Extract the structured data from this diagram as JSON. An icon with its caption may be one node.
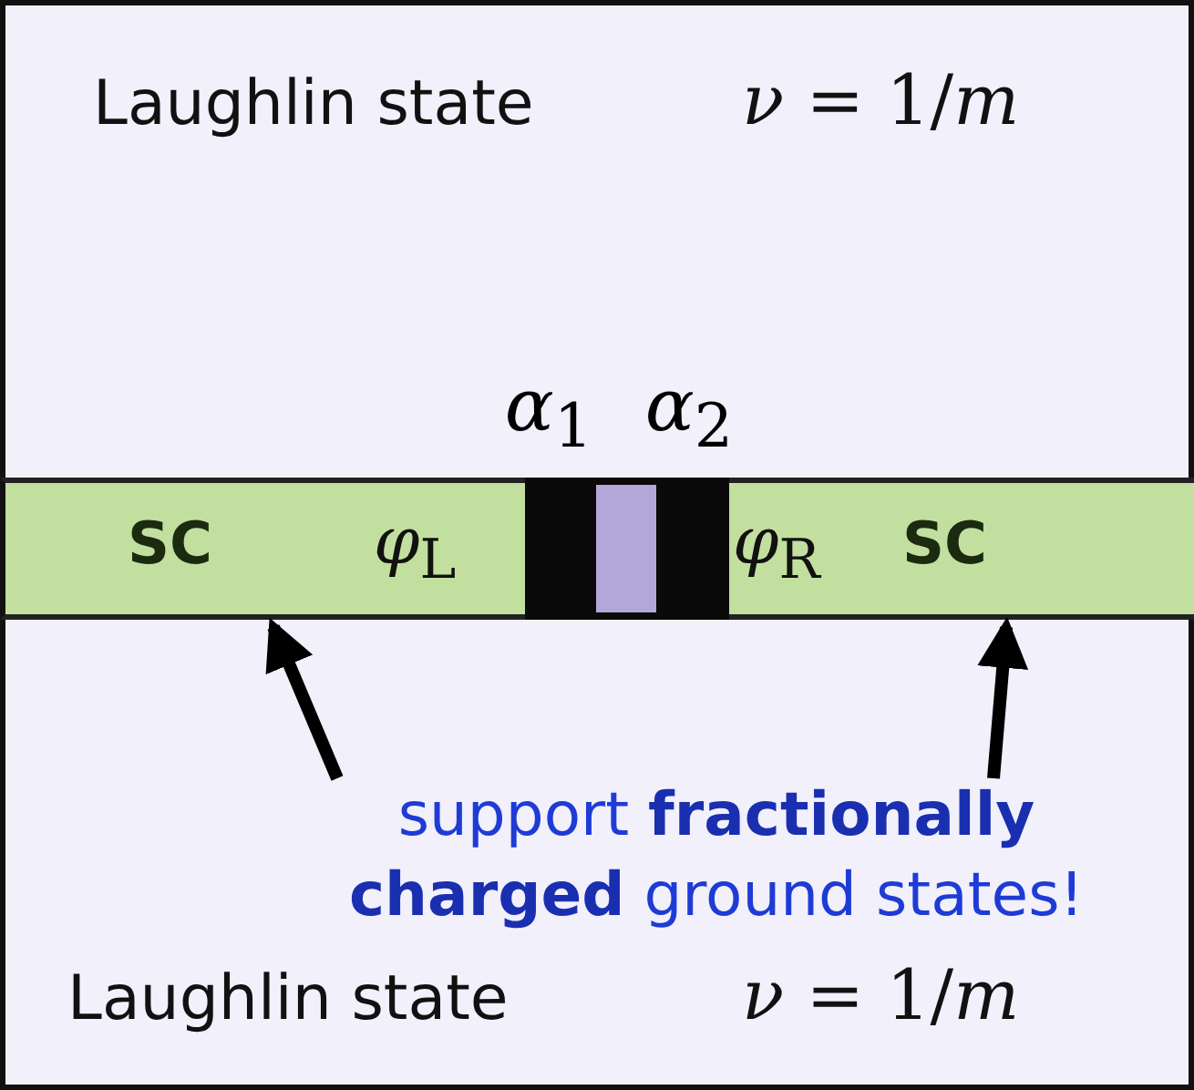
{
  "diagram": {
    "nodes": [
      {
        "text": [
          "Laughlin state",
          "*ν* = 1/*m*"
        ]
      },
      {
        "text": [
          "SC",
          "*φ*$_{L}$"
        ]
      },
      {
        "text": [],
        "shape": "bar",
        "beside": [
          "*α*$_{1}$"
        ]
      },
      {
        "text": [],
        "shape": "box"
      },
      {
        "text": [],
        "shape": "bar",
        "beside": [
          "*α*$_{2}$"
        ]
      },
      {
        "text": [
          "*φ*$_{R}$",
          "SC"
        ]
      },
      {
        "text": [
          "Laughlin state",
          "*ν* = 1/*m*"
        ]
      },
      {
        "text": [
          "support **fractionally charged** ground states!"
        ],
        "in": 6
      }
    ],
    "edges": [
      {
        "from": 7,
        "to": 1,
        "arrow": "to"
      },
      {
        "from": 7,
        "to": 5,
        "arrow": "to"
      }
    ]
  }
}
